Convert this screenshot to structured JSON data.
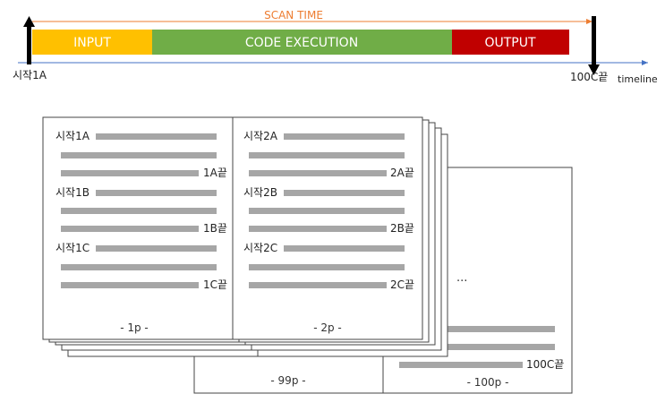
{
  "timeline": {
    "scan_time_label": "SCAN TIME",
    "segments": [
      {
        "label": "INPUT",
        "color": "#ffc000"
      },
      {
        "label": "CODE EXECUTION",
        "color": "#70ad47"
      },
      {
        "label": "OUTPUT",
        "color": "#c00000"
      }
    ],
    "start_label": "시작1A",
    "end_label": "100C끝",
    "axis_label": "timeline",
    "axis_color": "#4472c4",
    "scan_arrow_color": "#ed7d31"
  },
  "pages": {
    "page1": {
      "blocks": [
        {
          "start": "시작1A",
          "end": "1A끝"
        },
        {
          "start": "시작1B",
          "end": "1B끝"
        },
        {
          "start": "시작1C",
          "end": "1C끝"
        }
      ],
      "footer": "- 1p -"
    },
    "page2": {
      "blocks": [
        {
          "start": "시작2A",
          "end": "2A끝"
        },
        {
          "start": "시작2B",
          "end": "2B끝"
        },
        {
          "start": "시작2C",
          "end": "2C끝"
        }
      ],
      "footer": "- 2p -"
    },
    "page99": {
      "footer": "- 99p -"
    },
    "page100": {
      "ellipsis": "...",
      "end": "100C끝",
      "footer": "- 100p -"
    },
    "bar_color": "#a6a6a6"
  }
}
